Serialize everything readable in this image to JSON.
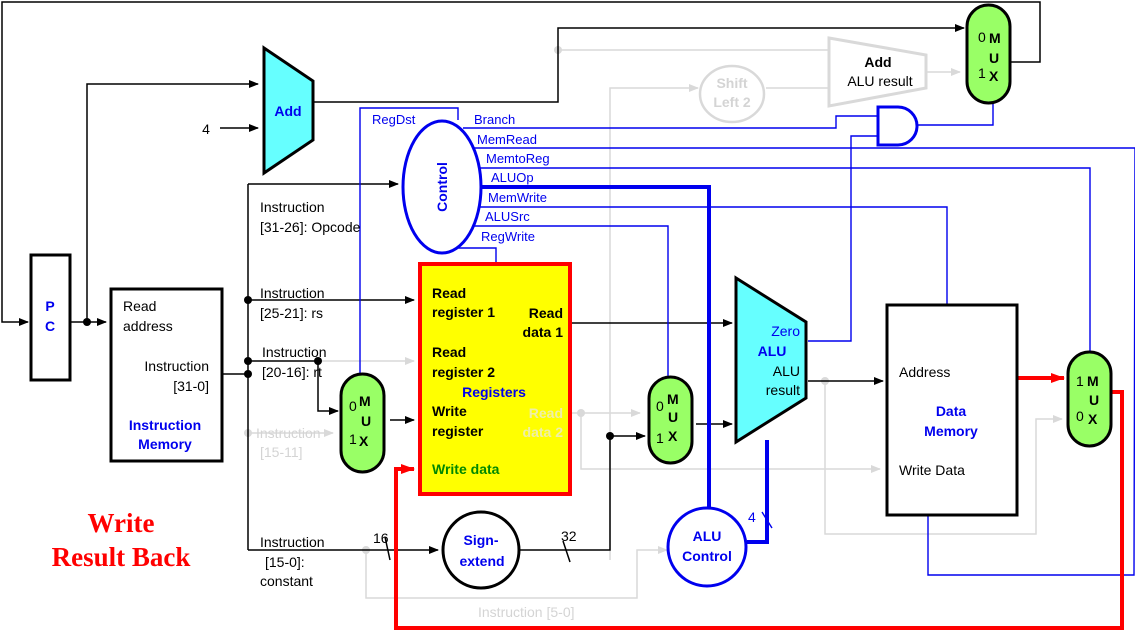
{
  "title": {
    "line1": "Write",
    "line2": "Result Back"
  },
  "pc": {
    "p": "P",
    "c": "C"
  },
  "constant_four": "4",
  "pc_adder": {
    "label": "Add"
  },
  "branch_adder": {
    "label": "Add",
    "sublabel": "ALU result"
  },
  "shift_left": {
    "line1": "Shift",
    "line2": "Left 2"
  },
  "instruction_memory": {
    "read_address_1": "Read",
    "read_address_2": "address",
    "instruction_1": "Instruction",
    "instruction_2": "[31-0]",
    "name_1": "Instruction",
    "name_2": "Memory"
  },
  "instruction_fields": {
    "opcode_1": "Instruction",
    "opcode_2": "[31-26]: Opcode",
    "rs_1": "Instruction",
    "rs_2": "[25-21]: rs",
    "rt_1": "Instruction",
    "rt_2": "[20-16]: rt",
    "rd_1": "Instruction",
    "rd_2": "[15-11]",
    "imm_1": "Instruction",
    "imm_2": "[15-0]:",
    "imm_3": "constant",
    "funct": "Instruction  [5-0]"
  },
  "control": {
    "label": "Control",
    "signals": [
      "RegDst",
      "Branch",
      "MemRead",
      "MemtoReg",
      "ALUOp",
      "MemWrite",
      "ALUSrc",
      "RegWrite"
    ]
  },
  "registers": {
    "read_reg1_a": "Read",
    "read_reg1_b": "register 1",
    "read_reg2_a": "Read",
    "read_reg2_b": "register 2",
    "write_reg_a": "Write",
    "write_reg_b": "register",
    "write_data": "Write data",
    "read_data1_a": "Read",
    "read_data1_b": "data 1",
    "read_data2_a": "Read",
    "read_data2_b": "data 2",
    "name": "Registers"
  },
  "mux_labels": {
    "m": "M",
    "u": "U",
    "x": "X",
    "zero": "0",
    "one": "1"
  },
  "alu": {
    "name": "ALU",
    "zero": "Zero",
    "result_1": "ALU",
    "result_2": "result"
  },
  "sign_extend": {
    "line1": "Sign-",
    "line2": "extend",
    "in_width": "16",
    "out_width": "32"
  },
  "alu_control": {
    "line1": "ALU",
    "line2": "Control",
    "width": "4"
  },
  "data_memory": {
    "address": "Address",
    "write_data": "Write Data",
    "name_1": "Data",
    "name_2": "Memory"
  },
  "colors": {
    "active_path": "#ff0000",
    "control_signals": "#0000ee",
    "inactive_path": "#d9d9d9",
    "register_file": "#ffff00",
    "mux": "#99ff66",
    "alu": "#66ffff"
  }
}
